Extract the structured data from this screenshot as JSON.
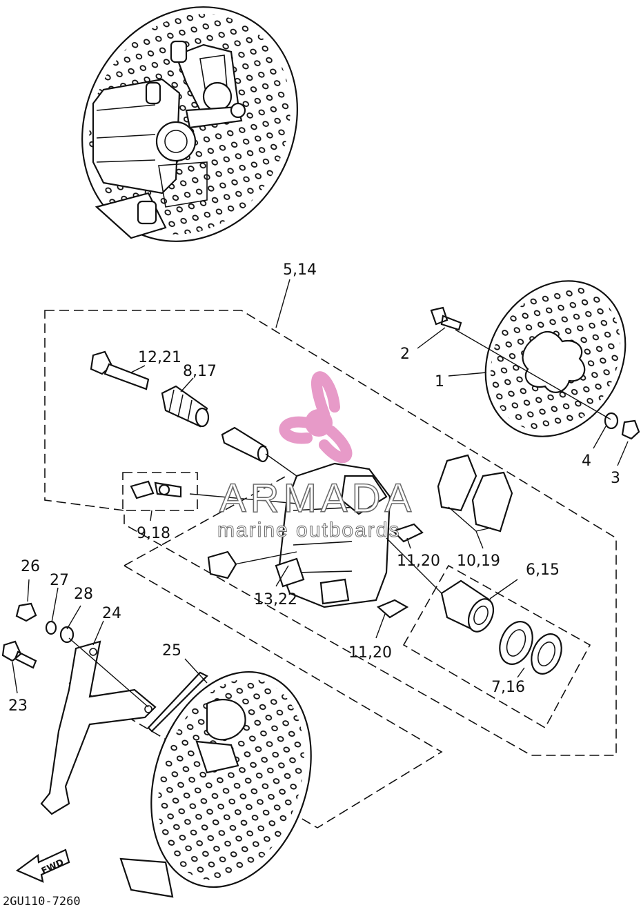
{
  "diagram": {
    "code": "2GU110-7260",
    "fwd_label": "FWD",
    "watermark": {
      "title": "ARMADA",
      "subtitle": "marine outboards",
      "accent": "#e79ac8"
    },
    "colors": {
      "line": "#111111",
      "background": "#ffffff",
      "watermark_outline": "#6b6b6b"
    },
    "callouts": {
      "c1": "1",
      "c2": "2",
      "c3": "3",
      "c4": "4",
      "c5_14": "5,14",
      "c6_15": "6,15",
      "c7_16": "7,16",
      "c8_17": "8,17",
      "c9_18": "9,18",
      "c10_19": "10,19",
      "c11_20a": "11,20",
      "c11_20b": "11,20",
      "c12_21": "12,21",
      "c13_22": "13,22",
      "c23": "23",
      "c24": "24",
      "c25": "25",
      "c26": "26",
      "c27": "27",
      "c28": "28"
    }
  }
}
